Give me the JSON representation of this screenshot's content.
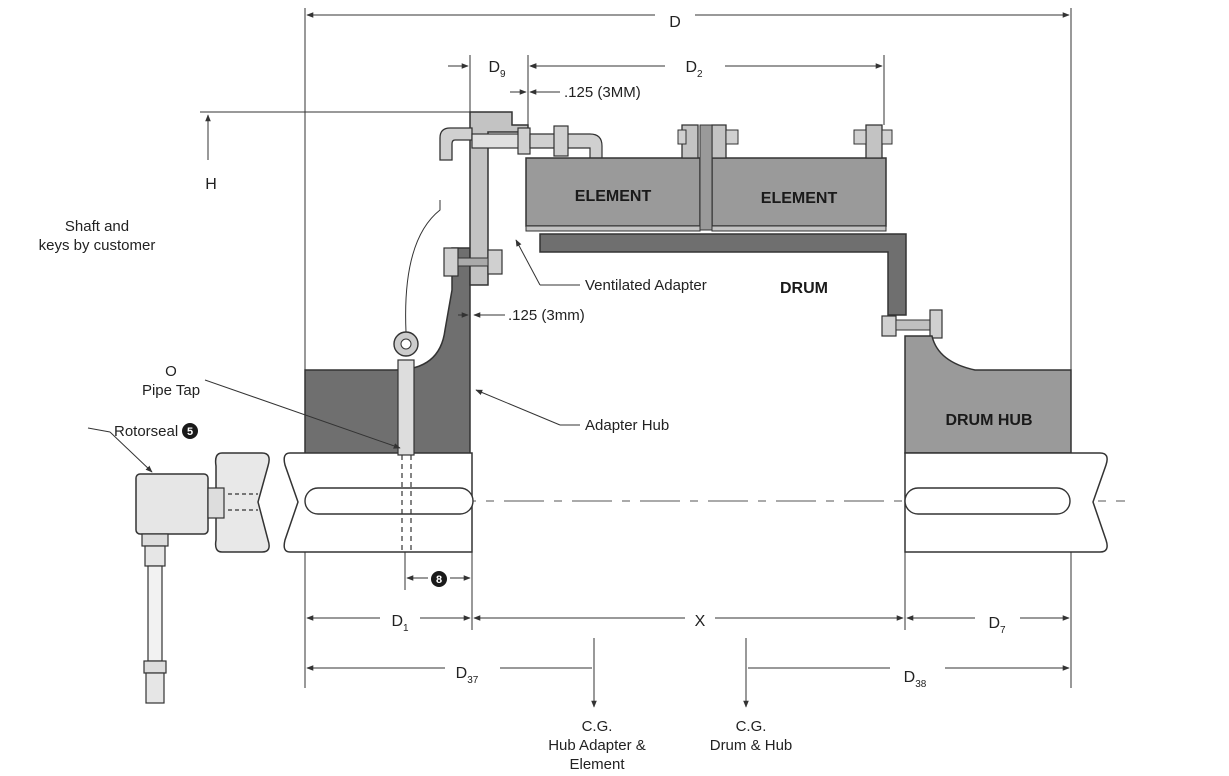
{
  "colors": {
    "dark_gray": "#6f6f6f",
    "mid_gray": "#9a9a9a",
    "light_gray": "#c3c3c3",
    "line": "#333333"
  },
  "parts": {
    "element_1": "ELEMENT",
    "element_2": "ELEMENT",
    "drum": "DRUM",
    "drum_hub": "DRUM HUB"
  },
  "callouts": {
    "shaft_keys_line1": "Shaft and",
    "shaft_keys_line2": "keys by customer",
    "pipe_tap_line1": "O",
    "pipe_tap_line2": "Pipe Tap",
    "rotorseal": "Rotorseal",
    "rotorseal_badge": "5",
    "ventilated_adapter": "Ventilated Adapter",
    "adapter_hub": "Adapter Hub",
    "gap_top": ".125 (3MM)",
    "gap_side": ".125 (3mm)",
    "badge_8": "8"
  },
  "dimensions": {
    "D": {
      "main": "D",
      "sub": ""
    },
    "D9": {
      "main": "D",
      "sub": "9"
    },
    "D2": {
      "main": "D",
      "sub": "2"
    },
    "H": {
      "main": "H",
      "sub": ""
    },
    "D1": {
      "main": "D",
      "sub": "1"
    },
    "X": {
      "main": "X",
      "sub": ""
    },
    "D7": {
      "main": "D",
      "sub": "7"
    },
    "D37": {
      "main": "D",
      "sub": "37"
    },
    "D38": {
      "main": "D",
      "sub": "38"
    }
  },
  "cg": {
    "hub_line1": "C.G.",
    "hub_line2": "Hub Adapter &",
    "hub_line3": "Element",
    "drum_line1": "C.G.",
    "drum_line2": "Drum & Hub"
  }
}
